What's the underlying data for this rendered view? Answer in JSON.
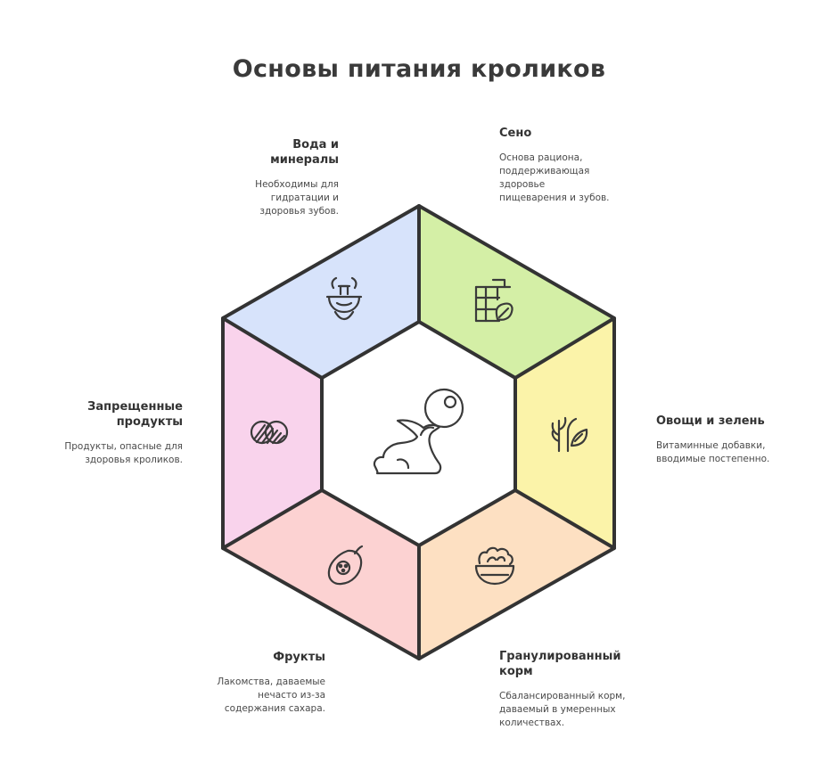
{
  "title": "Основы питания кроликов",
  "center": {
    "icon": "rabbit-with-ball-icon"
  },
  "segments": [
    {
      "id": "hay",
      "title": "Сено",
      "description": "Основа рациона, поддерживающая здоровье пищеварения и зубов.",
      "icon": "hay-bale-icon",
      "color": "#d4efa6"
    },
    {
      "id": "vegetables",
      "title": "Овощи и зелень",
      "description": "Витаминные добавки, вводимые постепенно.",
      "icon": "herbs-icon",
      "color": "#fbf3a9"
    },
    {
      "id": "pellets",
      "title": "Гранулированный корм",
      "description": "Сбалансированный корм, даваемый в умеренных количествах.",
      "icon": "food-bowl-icon",
      "color": "#fde0c2"
    },
    {
      "id": "fruits",
      "title": "Фрукты",
      "description": "Лакомства, даваемые нечасто из-за содержания сахара.",
      "icon": "papaya-icon",
      "color": "#fcd2d2"
    },
    {
      "id": "forbidden",
      "title": "Запрещенные продукты",
      "description": "Продукты, опасные для здоровья кроликов.",
      "icon": "forbidden-circles-icon",
      "color": "#f9d3ec"
    },
    {
      "id": "water",
      "title": "Вода и минералы",
      "description": "Необходимы для гидратации и здоровья зубов.",
      "icon": "water-fountain-icon",
      "color": "#d7e3fb"
    }
  ]
}
